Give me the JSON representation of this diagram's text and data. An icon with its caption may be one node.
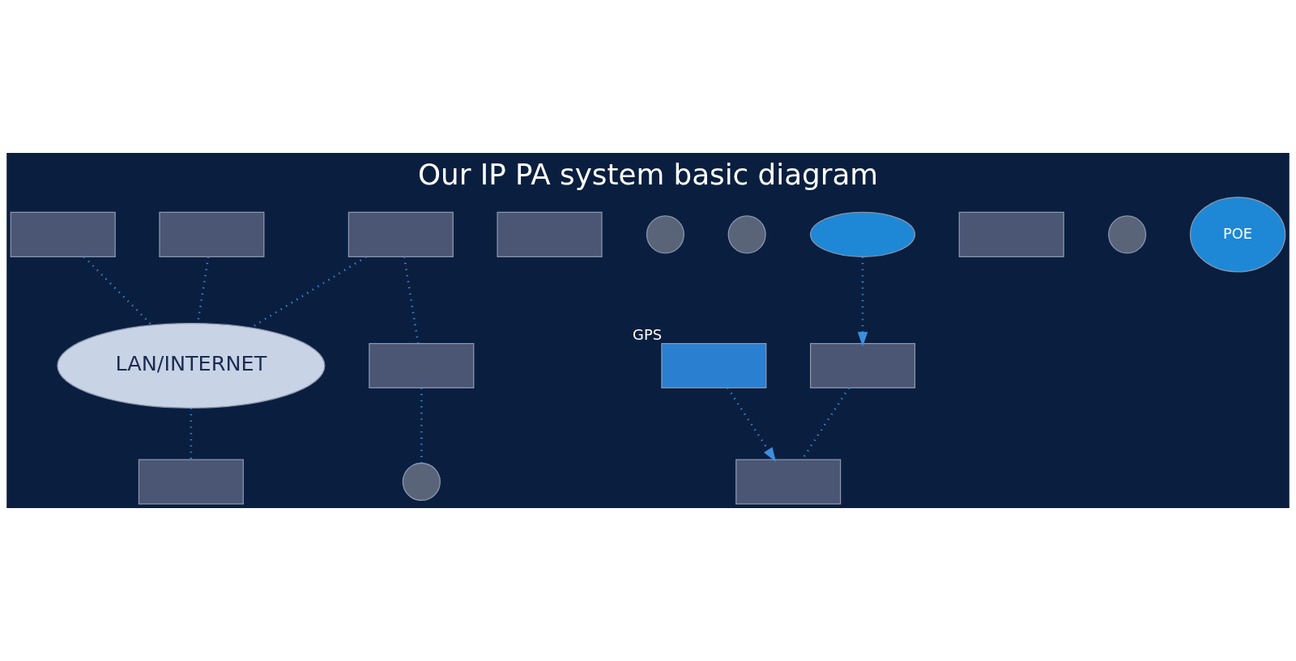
{
  "diagram": {
    "title": "Our IP PA system basic diagram",
    "nodes": [
      {
        "text": [
          "LAN/INTERNET"
        ]
      },
      {
        "text": [],
        "shape": "box"
      },
      {
        "text": [],
        "shape": "box"
      },
      {
        "text": [],
        "shape": "box"
      },
      {
        "text": [],
        "shape": "box"
      },
      {
        "text": [],
        "shape": "circle"
      },
      {
        "text": [],
        "shape": "circle"
      },
      {
        "text": [],
        "shape": "circle"
      },
      {
        "text": [],
        "shape": "box"
      },
      {
        "text": [],
        "shape": "box"
      },
      {
        "text": [],
        "shape": "box"
      },
      {
        "text": [],
        "shape": "box"
      },
      {
        "text": [],
        "shape": "box"
      },
      {
        "text": [],
        "shape": "circle"
      },
      {
        "text": [],
        "shape": "box",
        "beside": [
          "GPS"
        ]
      },
      {
        "text": [],
        "shape": "cloud"
      },
      {
        "text": [
          "POE"
        ]
      }
    ],
    "edges": [
      {
        "from": 1,
        "to": 0,
        "arrow": "none"
      },
      {
        "from": 2,
        "to": 0,
        "arrow": "none"
      },
      {
        "from": 2,
        "to": 4,
        "arrow": "none"
      },
      {
        "from": 4,
        "to": 6,
        "arrow": "none"
      },
      {
        "from": 8,
        "to": 9,
        "arrow": "none"
      },
      {
        "from": 10,
        "to": 0,
        "arrow": "none"
      },
      {
        "from": 0,
        "to": 11,
        "arrow": "none"
      },
      {
        "from": 14,
        "to": 9,
        "arrow": "to"
      },
      {
        "from": 15,
        "to": 8,
        "arrow": "to"
      }
    ]
  }
}
